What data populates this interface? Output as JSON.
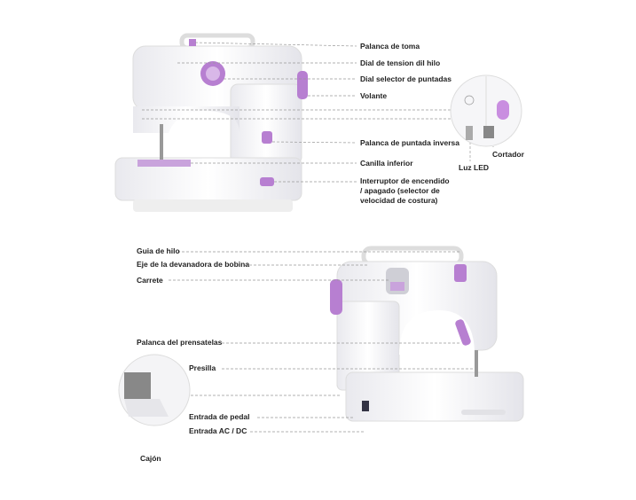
{
  "top_labels": {
    "palanca_toma": "Palanca de toma",
    "dial_tension": "Dial de tension dil hilo",
    "dial_selector": "Dial selector de puntadas",
    "volante": "Volante",
    "palanca_inversa": "Palanca de puntada inversa",
    "canilla": "Canilla inferior",
    "interruptor_1": "Interruptor de encendido",
    "interruptor_2": "/ apagado (selector de",
    "interruptor_3": "velocidad de costura)",
    "luz_led": "Luz LED",
    "cortador": "Cortador"
  },
  "bottom_labels": {
    "guia_hilo": "Guia de hilo",
    "eje_devanadora": "Eje de la devanadora de bobina",
    "carrete": "Carrete",
    "palanca_prensatelas": "Palanca del prensatelas",
    "presilla": "Presilla",
    "entrada_pedal": "Entrada de pedal",
    "entrada_ac_dc": "Entrada AC / DC",
    "cajon": "Cajón"
  },
  "colors": {
    "accent": "#b77fd1",
    "body": "#f4f4f6",
    "line": "#999999"
  }
}
